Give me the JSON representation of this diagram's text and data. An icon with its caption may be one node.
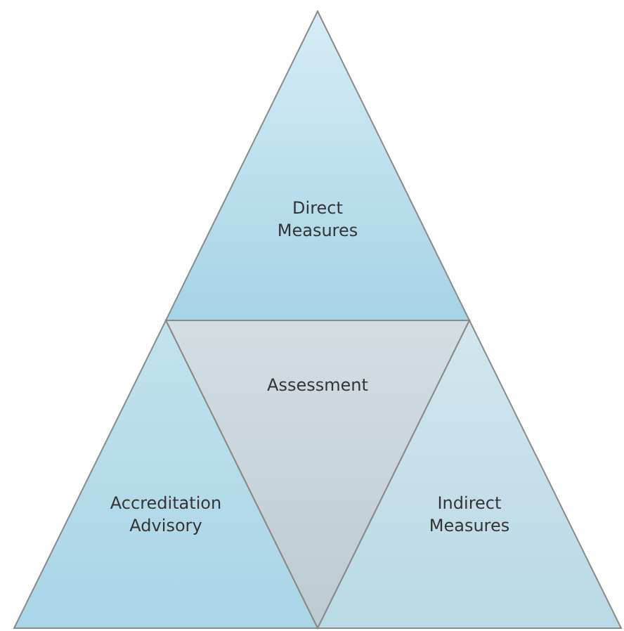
{
  "diagram": {
    "nodes": [
      {
        "text": [
          "Direct Measures"
        ]
      },
      {
        "text": [
          "Assessment"
        ]
      },
      {
        "text": [
          "Accreditation Advisory"
        ]
      },
      {
        "text": [
          "Indirect Measures"
        ]
      }
    ]
  }
}
